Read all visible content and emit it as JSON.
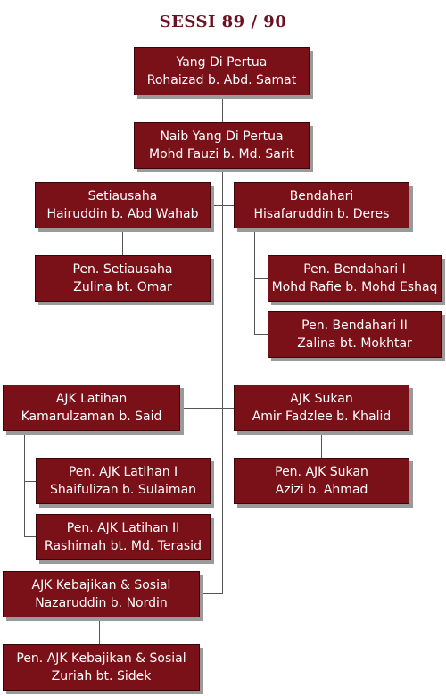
{
  "title": "SESSI 89 / 90",
  "nodes": {
    "yang_di_pertua": {
      "role": "Yang Di Pertua",
      "name": "Rohaizad b. Abd. Samat"
    },
    "naib_yang_di_pertua": {
      "role": "Naib Yang Di Pertua",
      "name": "Mohd Fauzi b. Md. Sarit"
    },
    "setiausaha": {
      "role": "Setiausaha",
      "name": "Hairuddin b. Abd Wahab"
    },
    "bendahari": {
      "role": "Bendahari",
      "name": "Hisafaruddin b. Deres"
    },
    "pen_setiausaha": {
      "role": "Pen. Setiausaha",
      "name": "Zulina bt. Omar"
    },
    "pen_bendahari_1": {
      "role": "Pen. Bendahari I",
      "name": "Mohd Rafie b. Mohd Eshaq"
    },
    "pen_bendahari_2": {
      "role": "Pen. Bendahari II",
      "name": "Zalina bt. Mokhtar"
    },
    "ajk_latihan": {
      "role": "AJK Latihan",
      "name": "Kamarulzaman b. Said"
    },
    "ajk_sukan": {
      "role": "AJK Sukan",
      "name": "Amir Fadzlee b. Khalid"
    },
    "pen_ajk_latihan_1": {
      "role": "Pen. AJK Latihan I",
      "name": "Shaifulizan b. Sulaiman"
    },
    "pen_ajk_sukan": {
      "role": "Pen. AJK Sukan",
      "name": "Azizi b. Ahmad"
    },
    "pen_ajk_latihan_2": {
      "role": "Pen. AJK Latihan II",
      "name": "Rashimah bt. Md. Terasid"
    },
    "ajk_kebajikan": {
      "role": "AJK Kebajikan & Sosial",
      "name": "Nazaruddin b. Nordin"
    },
    "pen_ajk_kebajikan": {
      "role": "Pen. AJK Kebajikan & Sosial",
      "name": "Zuriah bt. Sidek"
    }
  },
  "colors": {
    "box_fill": "#7a1018",
    "title": "#6b1020",
    "connector": "#555555",
    "shadow": "#9a9a9a"
  }
}
